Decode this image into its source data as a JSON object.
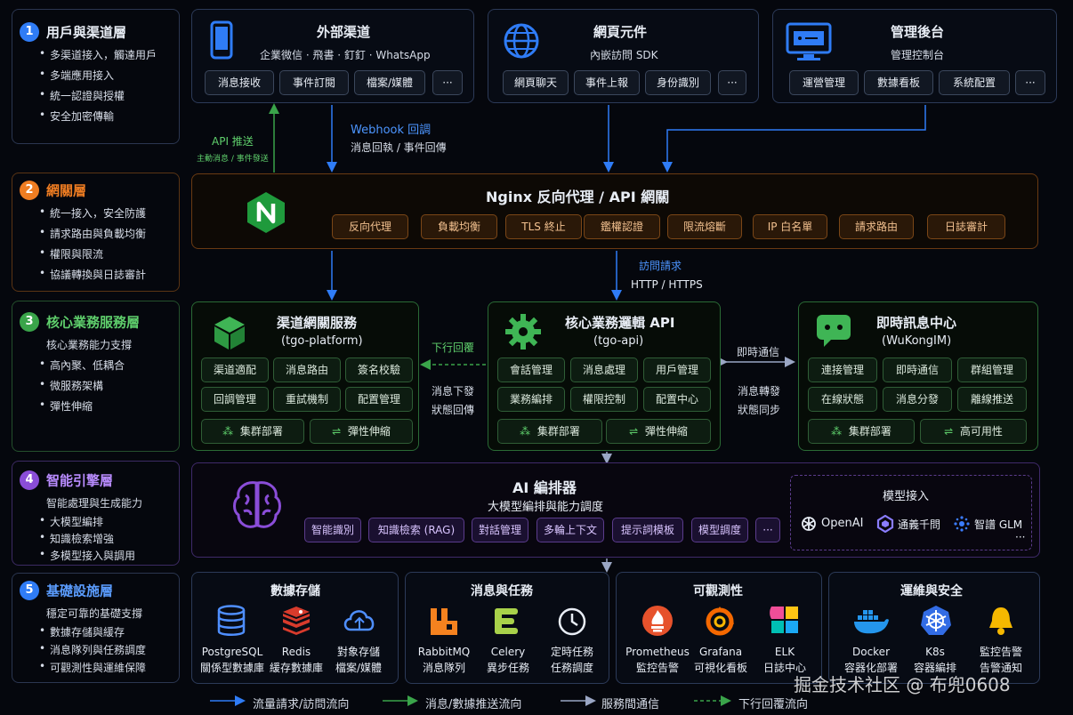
{
  "layers": [
    {
      "num": "1",
      "title": "用戶與渠道層",
      "color": "#2f7cf6",
      "bullets": [
        "多渠道接入，觸達用戶",
        "多端應用接入",
        "統一認證與授權",
        "安全加密傳輸"
      ]
    },
    {
      "num": "2",
      "title": "網關層",
      "color": "#ef7d22",
      "bullets": [
        "統一接入，安全防護",
        "請求路由與負載均衡",
        "權限與限流",
        "協議轉換與日誌審計"
      ]
    },
    {
      "num": "3",
      "title": "核心業務服務層",
      "color": "#3aa44a",
      "subtitle": "核心業務能力支撐",
      "bullets": [
        "高內聚、低耦合",
        "微服務架構",
        "彈性伸縮"
      ]
    },
    {
      "num": "4",
      "title": "智能引擎層",
      "color": "#8a4dd8",
      "subtitle": "智能處理與生成能力",
      "bullets": [
        "大模型編排",
        "知識檢索增強",
        "多模型接入與調用"
      ]
    },
    {
      "num": "5",
      "title": "基礎設施層",
      "color": "#2f7cf6",
      "subtitle": "穩定可靠的基礎支撐",
      "bullets": [
        "數據存儲與緩存",
        "消息隊列與任務調度",
        "可觀測性與運維保障"
      ]
    }
  ],
  "channels": [
    {
      "title": "外部渠道",
      "sub": "企業微信 · 飛書 · 釘釘 · WhatsApp",
      "icon": "phone-icon",
      "pills": [
        "消息接收",
        "事件訂閱",
        "檔案/媒體",
        "···"
      ]
    },
    {
      "title": "網頁元件",
      "sub": "內嵌訪問 SDK",
      "icon": "globe-icon",
      "pills": [
        "網頁聊天",
        "事件上報",
        "身份識別",
        "···"
      ]
    },
    {
      "title": "管理後台",
      "sub": "管理控制台",
      "icon": "monitor-icon",
      "pills": [
        "運營管理",
        "數據看板",
        "系統配置",
        "···"
      ]
    }
  ],
  "arrows": {
    "api_push": "API 推送",
    "api_push_sub": "主動消息 / 事件發送",
    "webhook": "Webhook 回調",
    "webhook_sub": "消息回執 / 事件回傳",
    "access_req": "訪問請求",
    "access_proto": "HTTP / HTTPS",
    "downlink": "下行回覆",
    "downlink_sub1": "消息下發",
    "downlink_sub2": "狀態回傳",
    "im": "即時通信",
    "im_sub1": "消息轉發",
    "im_sub2": "狀態同步"
  },
  "gateway": {
    "title": "Nginx 反向代理 / API 網關",
    "icon": "nginx-icon",
    "pills": [
      "反向代理",
      "負載均衡",
      "TLS 終止",
      "鑑權認證",
      "限流熔斷",
      "IP 白名單",
      "請求路由",
      "日誌審計"
    ]
  },
  "services": [
    {
      "title": "渠道網關服務",
      "sub": "(tgo-platform)",
      "icon": "cube-icon",
      "pills": [
        "渠道適配",
        "消息路由",
        "簽名校驗",
        "回調管理",
        "重試機制",
        "配置管理"
      ],
      "foot": [
        "集群部署",
        "彈性伸縮"
      ]
    },
    {
      "title": "核心業務邏輯 API",
      "sub": "(tgo-api)",
      "icon": "gear-icon",
      "pills": [
        "會話管理",
        "消息處理",
        "用戶管理",
        "業務編排",
        "權限控制",
        "配置中心"
      ],
      "foot": [
        "集群部署",
        "彈性伸縮"
      ]
    },
    {
      "title": "即時訊息中心",
      "sub": "(WuKongIM)",
      "icon": "chat-icon",
      "pills": [
        "連接管理",
        "即時通信",
        "群組管理",
        "在線狀態",
        "消息分發",
        "離線推送"
      ],
      "foot": [
        "集群部署",
        "高可用性"
      ]
    }
  ],
  "ai": {
    "title": "AI 編排器",
    "sub": "大模型編排與能力調度",
    "icon": "brain-icon",
    "pills": [
      "智能識別",
      "知識檢索 (RAG)",
      "對話管理",
      "多輪上下文",
      "提示詞模板",
      "模型調度",
      "···"
    ],
    "models_title": "模型接入",
    "models": [
      "OpenAI",
      "通義千問",
      "智譜 GLM"
    ],
    "more": "···"
  },
  "infra": [
    {
      "title": "數據存儲",
      "items": [
        {
          "name": "PostgreSQL",
          "desc": "關係型數據庫",
          "icon": "database-icon"
        },
        {
          "name": "Redis",
          "desc": "緩存數據庫",
          "icon": "redis-icon"
        },
        {
          "name": "對象存儲",
          "desc": "檔案/媒體",
          "icon": "cloud-storage-icon"
        }
      ]
    },
    {
      "title": "消息與任務",
      "items": [
        {
          "name": "RabbitMQ",
          "desc": "消息隊列",
          "icon": "rabbitmq-icon"
        },
        {
          "name": "Celery",
          "desc": "異步任務",
          "icon": "celery-icon"
        },
        {
          "name": "定時任務",
          "desc": "任務調度",
          "icon": "clock-icon"
        }
      ]
    },
    {
      "title": "可觀測性",
      "items": [
        {
          "name": "Prometheus",
          "desc": "監控告警",
          "icon": "prometheus-icon"
        },
        {
          "name": "Grafana",
          "desc": "可視化看板",
          "icon": "grafana-icon"
        },
        {
          "name": "ELK",
          "desc": "日誌中心",
          "icon": "elk-icon"
        }
      ]
    },
    {
      "title": "運維與安全",
      "items": [
        {
          "name": "Docker",
          "desc": "容器化部署",
          "icon": "docker-icon"
        },
        {
          "name": "K8s",
          "desc": "容器編排",
          "icon": "k8s-icon"
        },
        {
          "name": "監控告警",
          "desc": "告警通知",
          "icon": "bell-icon"
        }
      ]
    }
  ],
  "legend": [
    {
      "label": "流量請求/訪問流向",
      "color": "#2f7cf6",
      "style": "solid"
    },
    {
      "label": "消息/數據推送流向",
      "color": "#3aa44a",
      "style": "solid"
    },
    {
      "label": "服務間通信",
      "color": "#9aa6c4",
      "style": "solid"
    },
    {
      "label": "下行回覆流向",
      "color": "#3aa44a",
      "style": "dashed"
    }
  ],
  "watermark": "掘金技术社区 @ 布兜0608"
}
